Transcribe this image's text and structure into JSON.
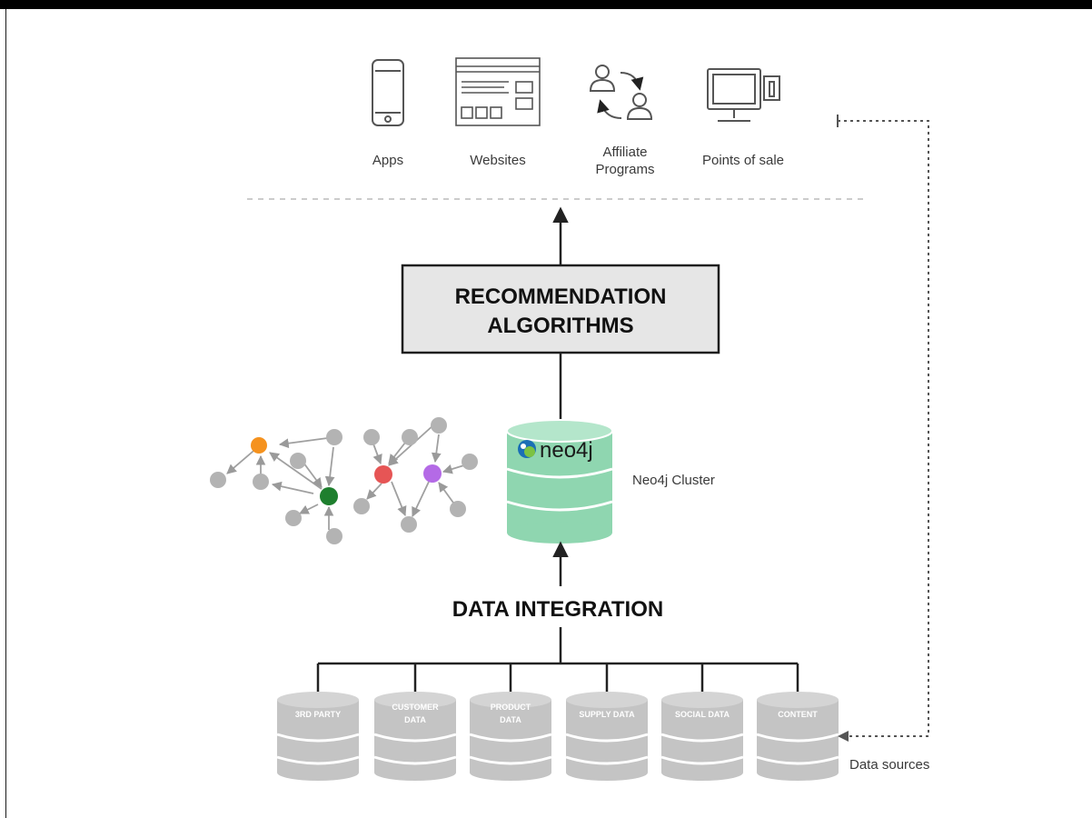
{
  "consumers": [
    {
      "label": "Apps",
      "icon": "smartphone-icon"
    },
    {
      "label": "Websites",
      "icon": "website-icon"
    },
    {
      "label_lines": [
        "Affiliate",
        "Programs"
      ],
      "icon": "affiliate-users-icon"
    },
    {
      "label": "Points of sale",
      "icon": "pos-terminal-icon"
    }
  ],
  "algorithms": {
    "lines": [
      "RECOMMENDATION",
      "ALGORITHMS"
    ]
  },
  "cluster": {
    "logo_text": "neo4j",
    "label": "Neo4j Cluster"
  },
  "integration": {
    "label": "DATA INTEGRATION"
  },
  "data_sources": {
    "label": "Data sources",
    "items": [
      {
        "lines": [
          "3RD PARTY"
        ]
      },
      {
        "lines": [
          "CUSTOMER",
          "DATA"
        ]
      },
      {
        "lines": [
          "PRODUCT",
          "DATA"
        ]
      },
      {
        "lines": [
          "SUPPLY DATA"
        ]
      },
      {
        "lines": [
          "SOCIAL DATA"
        ]
      },
      {
        "lines": [
          "CONTENT"
        ]
      }
    ]
  },
  "colors": {
    "frame": "#000000",
    "box_fill": "#e6e6e6",
    "neo4j_green": "#8fd6b0",
    "datasource_gray": "#c4c4c4",
    "node_gray": "#b3b3b3",
    "node_orange": "#f5921e",
    "node_green": "#1e7f2e",
    "node_red": "#e65555",
    "node_purple": "#b46ae6"
  }
}
